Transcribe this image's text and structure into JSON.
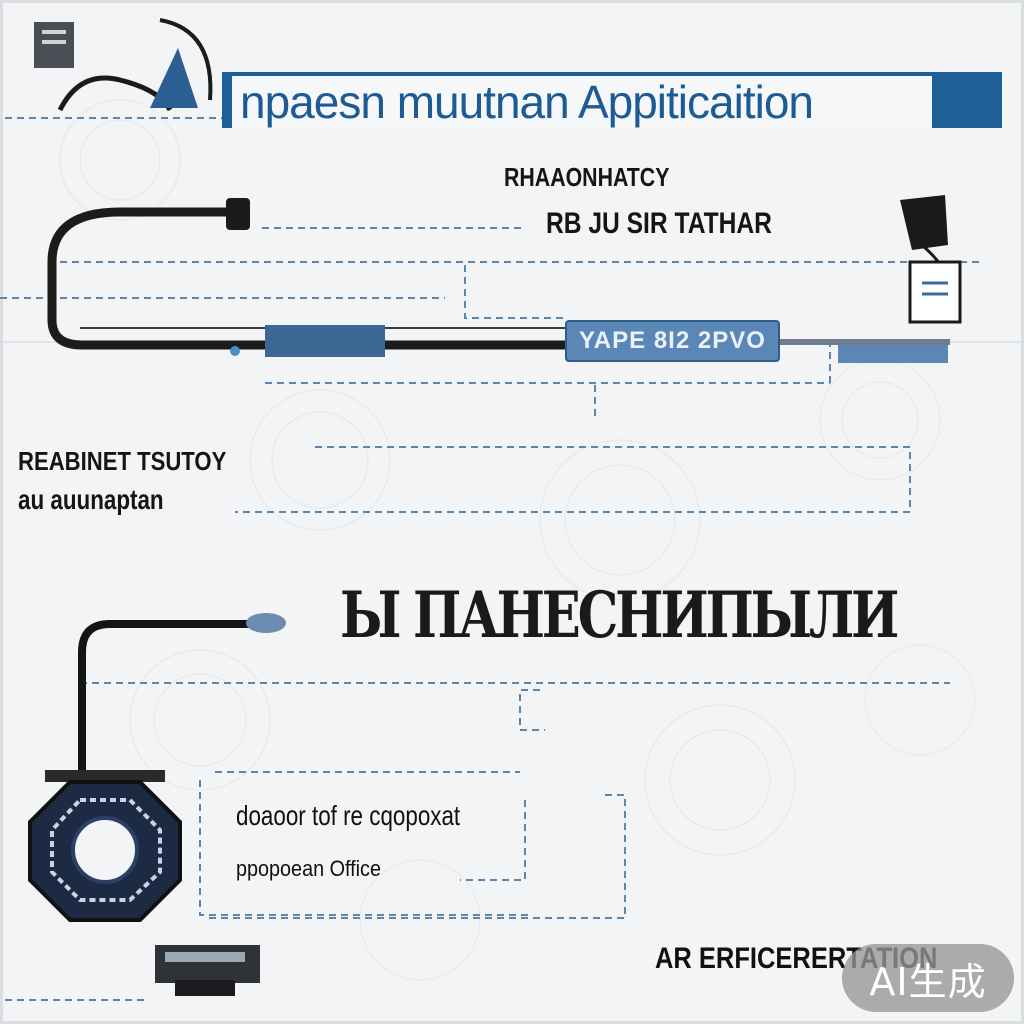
{
  "title": "npaesn muutnan Appiticaition",
  "heading_lines": [
    "RHAAONHATCY",
    "RB JU SIR TATHAR"
  ],
  "pill_label": "YAPE 8I2 2PVO",
  "side_lines": [
    "REABINET TSUTOY",
    "au auunaptan"
  ],
  "glyph_text": "Ы ПАНЕСНИПЫЛИ",
  "card": {
    "line1": "doaoor tof re cqopoxat",
    "line2": "ppopoean Office"
  },
  "footer": "AR  ERFICERERTATION",
  "badge": "AI生成",
  "colors": {
    "accent": "#1f5f98",
    "pill": "#5b87b6",
    "background": "#f3f4f5"
  },
  "icons": [
    "document-icon",
    "triangle-logo-icon",
    "phone-icon",
    "octagon-ring-icon",
    "card-reader-icon"
  ]
}
